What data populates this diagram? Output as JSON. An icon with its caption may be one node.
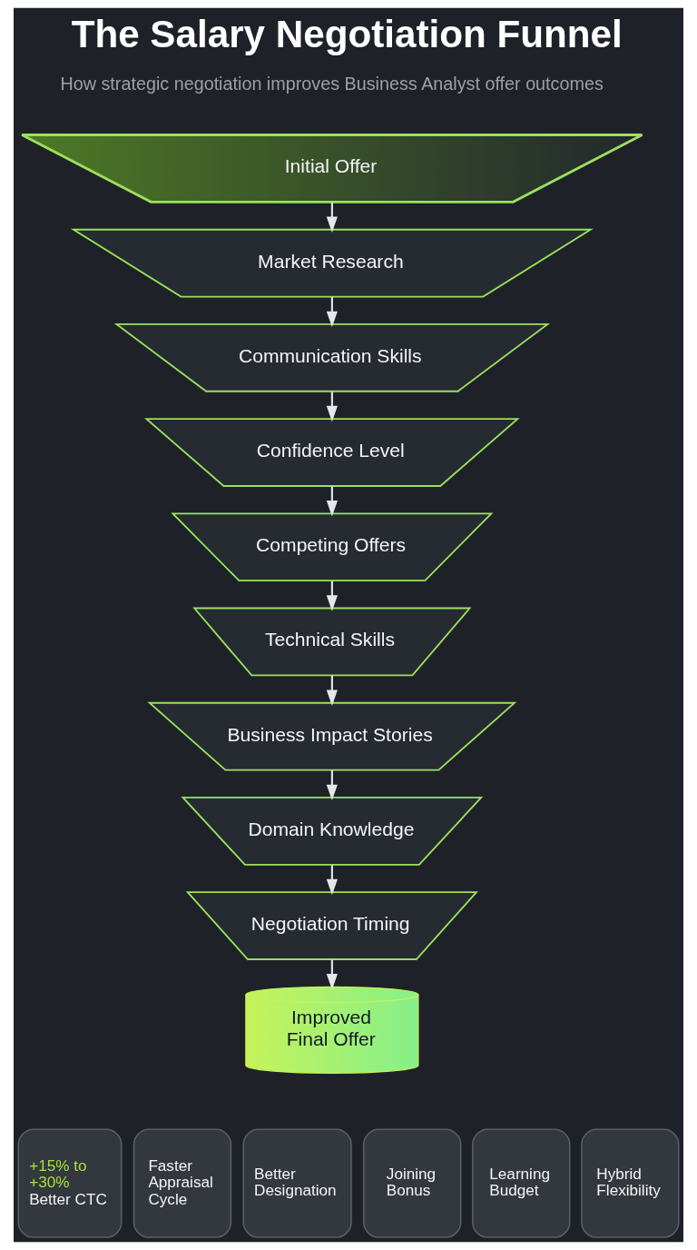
{
  "diagram": {
    "title": "The Salary Negotiation Funnel",
    "nodes": [
      {
        "text": [
          "Initial Offer"
        ]
      },
      {
        "text": [
          "Market Research"
        ]
      },
      {
        "text": [
          "Communication Skills"
        ]
      },
      {
        "text": [
          "Confidence Level"
        ]
      },
      {
        "text": [
          "Competing Offers"
        ]
      },
      {
        "text": [
          "Technical Skills"
        ]
      },
      {
        "text": [
          "Business Impact Stories"
        ]
      },
      {
        "text": [
          "Domain Knowledge"
        ]
      },
      {
        "text": [
          "Negotiation Timing"
        ]
      },
      {
        "text": [
          "Improved Final Offer"
        ]
      },
      {
        "text": [
          "+15% to +30%",
          "Better CTC"
        ]
      },
      {
        "text": [
          "Faster Appraisal Cycle"
        ]
      },
      {
        "text": [
          "Better Designation"
        ]
      },
      {
        "text": [
          "Joining Bonus"
        ]
      },
      {
        "text": [
          "Learning Budget"
        ]
      },
      {
        "text": [
          "Hybrid Flexibility"
        ]
      }
    ],
    "edges": [
      {
        "from": 0,
        "to": 1,
        "arrow": "to"
      },
      {
        "from": 1,
        "to": 2,
        "arrow": "to"
      },
      {
        "from": 2,
        "to": 3,
        "arrow": "to"
      },
      {
        "from": 3,
        "to": 4,
        "arrow": "to"
      },
      {
        "from": 4,
        "to": 5,
        "arrow": "to"
      },
      {
        "from": 5,
        "to": 6,
        "arrow": "to"
      },
      {
        "from": 6,
        "to": 7,
        "arrow": "to"
      },
      {
        "from": 7,
        "to": 8,
        "arrow": "to"
      },
      {
        "from": 8,
        "to": 9,
        "arrow": "to"
      }
    ],
    "labels": [
      "How strategic negotiation improves Business Analyst offer outcomes"
    ]
  }
}
